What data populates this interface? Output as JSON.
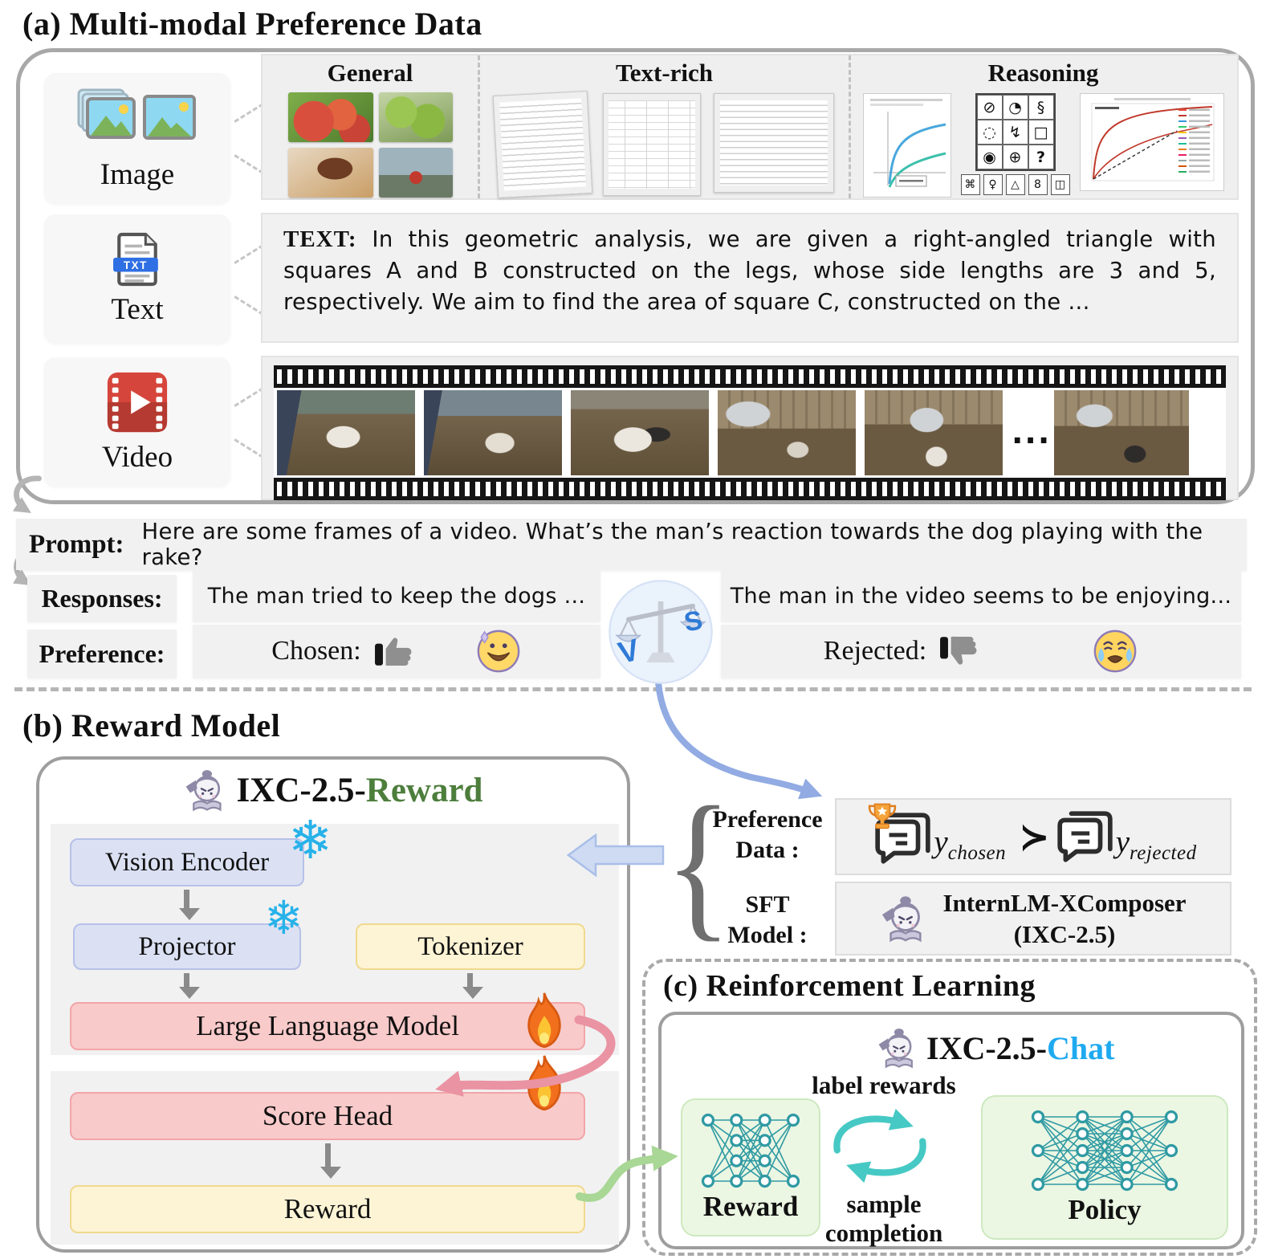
{
  "section_a": {
    "title": "(a) Multi-modal Preference Data",
    "modalities": [
      {
        "label": "Image"
      },
      {
        "label": "Text",
        "badge": "TXT"
      },
      {
        "label": "Video"
      }
    ],
    "categories": [
      "General",
      "Text-rich",
      "Reasoning"
    ],
    "reasoning_grid": [
      "⊘",
      "◔",
      "§",
      "◌",
      "↯",
      "□",
      "◉",
      "⊕",
      "?"
    ],
    "reasoning_options": [
      "⌘",
      "♀",
      "△",
      "8",
      "◫"
    ],
    "text_block": {
      "prefix": "TEXT:",
      "body": "In this geometric analysis, we are given a right-angled triangle with squares A and B constructed on the legs, whose side lengths are 3 and 5, respectively. We aim to find the area of square C, constructed on the ..."
    },
    "film_ellipsis": "...",
    "prompt": {
      "label": "Prompt:",
      "text": "Here are some frames of a video. What’s the man’s reaction towards the dog playing with the rake?"
    },
    "responses": {
      "label": "Responses:",
      "chosen": "The man tried to keep the dogs ...",
      "rejected": "The man in the video seems to be enjoying..."
    },
    "preference": {
      "label": "Preference:",
      "chosen_label": "Chosen:",
      "rejected_label": "Rejected:"
    },
    "vs": {
      "left": "V",
      "right": "S"
    }
  },
  "section_b": {
    "title": "(b) Reward Model",
    "brace": "{",
    "model_title": {
      "prefix": "IXC-2.5-",
      "highlight": "Reward"
    },
    "blocks": {
      "vision_encoder": "Vision Encoder",
      "projector": "Projector",
      "tokenizer": "Tokenizer",
      "llm": "Large Language Model",
      "score_head": "Score Head",
      "reward": "Reward"
    },
    "preference_data": {
      "line1": "Preference",
      "line2": "Data :",
      "y_base": "y",
      "chosen_sub": "chosen",
      "succ": "≻",
      "rejected_sub": "rejected"
    },
    "sft": {
      "line1": "SFT",
      "line2": "Model :",
      "name1": "InternLM-XComposer",
      "name2": "(IXC-2.5)"
    }
  },
  "section_c": {
    "title": "(c) Reinforcement Learning",
    "model_title": {
      "prefix": "IXC-2.5-",
      "highlight": "Chat"
    },
    "label_rewards": "label rewards",
    "sample_line1": "sample",
    "sample_line2": "completion",
    "reward_label": "Reward",
    "policy_label": "Policy"
  },
  "icons": {
    "frozen": "❄"
  },
  "colors": {
    "reward_green": "#4d7e3c",
    "chat_blue": "#1faaf0",
    "frozen_blue": "#27b2e9",
    "fire_orange": "#f2701d",
    "blue_box": "#dbe1f3",
    "yellow_box": "#fdf4d5",
    "pink_box": "#f9caca",
    "green_box": "#ebf6e3",
    "teal_network": "#2f9aa3",
    "cyan_arrow": "#46c9c4",
    "pink_arrow": "#ea93a2",
    "green_arrow": "#a9d795",
    "blue_arrow": "#92abe3"
  }
}
